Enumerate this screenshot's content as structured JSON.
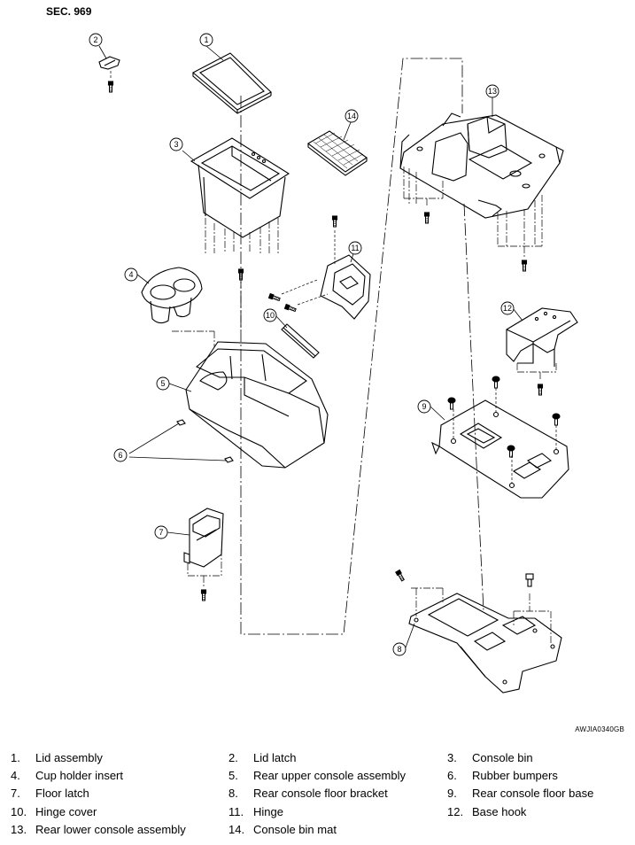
{
  "section_label": "SEC. 969",
  "figure_code": "AWJIA0340GB",
  "callouts": [
    "1",
    "2",
    "3",
    "4",
    "5",
    "6",
    "7",
    "8",
    "9",
    "10",
    "11",
    "12",
    "13",
    "14"
  ],
  "legend": [
    {
      "num": "1.",
      "label": "Lid assembly"
    },
    {
      "num": "2.",
      "label": "Lid latch"
    },
    {
      "num": "3.",
      "label": "Console bin"
    },
    {
      "num": "4.",
      "label": "Cup holder insert"
    },
    {
      "num": "5.",
      "label": "Rear upper console assembly"
    },
    {
      "num": "6.",
      "label": "Rubber bumpers"
    },
    {
      "num": "7.",
      "label": "Floor latch"
    },
    {
      "num": "8.",
      "label": "Rear console floor bracket"
    },
    {
      "num": "9.",
      "label": "Rear console floor base"
    },
    {
      "num": "10.",
      "label": "Hinge cover"
    },
    {
      "num": "11.",
      "label": "Hinge"
    },
    {
      "num": "12.",
      "label": "Base hook"
    },
    {
      "num": "13.",
      "label": "Rear lower console assembly"
    },
    {
      "num": "14.",
      "label": "Console bin mat"
    }
  ]
}
